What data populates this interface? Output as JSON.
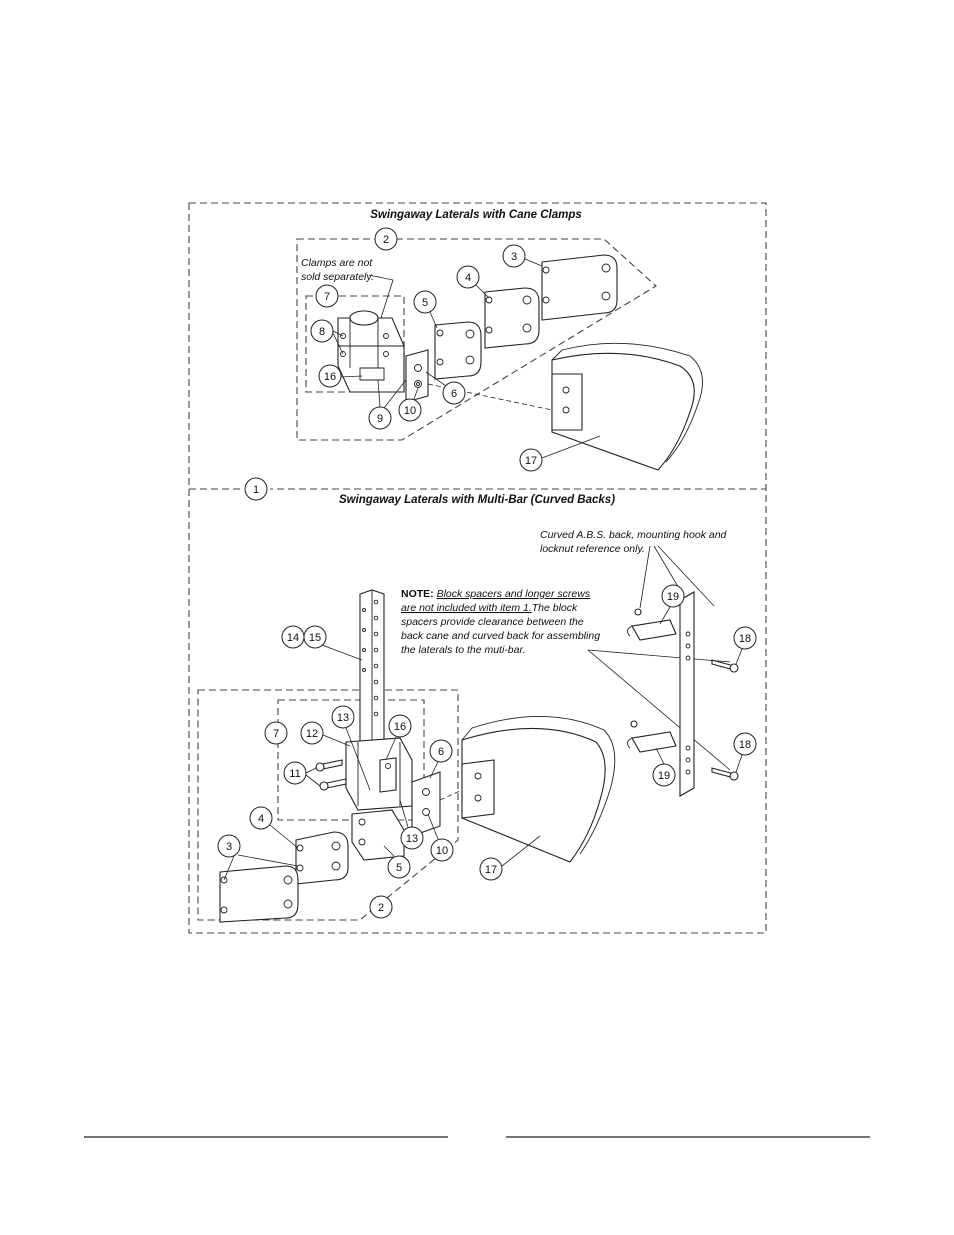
{
  "panel_top": {
    "title": "Swingaway Laterals with Cane Clamps",
    "note_lines": [
      "Clamps are not",
      "sold separately."
    ]
  },
  "panel_bottom": {
    "title": "Swingaway Laterals with Multi-Bar (Curved Backs)",
    "note_label": "NOTE:",
    "note_underlined_lines": [
      "Block spacers and longer screws",
      "are not included with item 1."
    ],
    "note_tail": "The block",
    "note_lines": [
      "spacers provide clearance between the",
      "back cane and curved back for assembling",
      "the laterals to the muti-bar."
    ],
    "reference_lines": [
      "Curved A.B.S. back, mounting hook and",
      "locknut reference only."
    ]
  },
  "item_main": "1",
  "callouts_top": [
    "2",
    "3",
    "4",
    "5",
    "6",
    "7",
    "8",
    "9",
    "10",
    "16",
    "17"
  ],
  "callouts_bottom": [
    "14",
    "15",
    "7",
    "12",
    "13",
    "16",
    "11",
    "6",
    "4",
    "3",
    "13",
    "10",
    "5",
    "17",
    "2",
    "19",
    "18",
    "18",
    "19"
  ]
}
